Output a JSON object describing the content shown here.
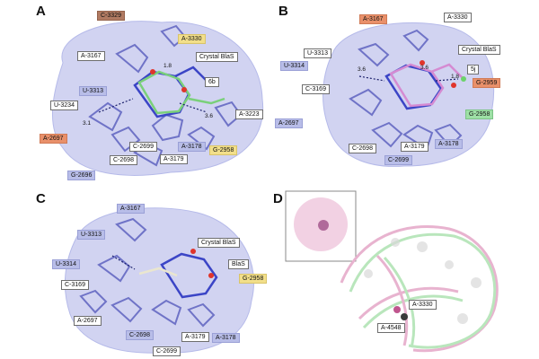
{
  "panels": {
    "A": {
      "letter": "A",
      "labels": [
        {
          "text": "C-3329",
          "style": "brown"
        },
        {
          "text": "A-3330",
          "style": "yellow"
        },
        {
          "text": "A-3167",
          "style": "plain"
        },
        {
          "text": "Crystal BlaS",
          "style": "plain"
        },
        {
          "text": "6b",
          "style": "plain"
        },
        {
          "text": "U-3313",
          "style": "blue"
        },
        {
          "text": "U-3234",
          "style": "plain"
        },
        {
          "text": "A-3223",
          "style": "plain"
        },
        {
          "text": "A-2697",
          "style": "orange"
        },
        {
          "text": "C-2699",
          "style": "plain"
        },
        {
          "text": "A-3178",
          "style": "blue"
        },
        {
          "text": "G-2696",
          "style": "blue"
        },
        {
          "text": "C-2698",
          "style": "plain"
        },
        {
          "text": "A-3179",
          "style": "plain"
        },
        {
          "text": "G-2958",
          "style": "yellow"
        }
      ],
      "distances": [
        "1.8",
        "3.1",
        "3.6"
      ]
    },
    "B": {
      "letter": "B",
      "labels": [
        {
          "text": "A-3167",
          "style": "orange"
        },
        {
          "text": "A-3330",
          "style": "plain"
        },
        {
          "text": "U-3313",
          "style": "plain"
        },
        {
          "text": "Crystal BlaS",
          "style": "plain"
        },
        {
          "text": "U-3314",
          "style": "blue"
        },
        {
          "text": "5j",
          "style": "plain"
        },
        {
          "text": "C-3169",
          "style": "plain"
        },
        {
          "text": "G-2959",
          "style": "orange"
        },
        {
          "text": "A-2697",
          "style": "blue"
        },
        {
          "text": "G-2958",
          "style": "green"
        },
        {
          "text": "C-2698",
          "style": "plain"
        },
        {
          "text": "A-3179",
          "style": "plain"
        },
        {
          "text": "A-3178",
          "style": "blue"
        },
        {
          "text": "C-2699",
          "style": "blue"
        }
      ],
      "distances": [
        "3.6",
        "3.6",
        "1.8"
      ]
    },
    "C": {
      "letter": "C",
      "labels": [
        {
          "text": "A-3167",
          "style": "blue"
        },
        {
          "text": "U-3313",
          "style": "blue"
        },
        {
          "text": "Crystal BlaS",
          "style": "plain"
        },
        {
          "text": "U-3314",
          "style": "blue"
        },
        {
          "text": "BlaS",
          "style": "plain"
        },
        {
          "text": "C-3169",
          "style": "plain"
        },
        {
          "text": "G-2958",
          "style": "yellow"
        },
        {
          "text": "A-2697",
          "style": "plain"
        },
        {
          "text": "C-2698",
          "style": "blue"
        },
        {
          "text": "A-3179",
          "style": "plain"
        },
        {
          "text": "A-3178",
          "style": "blue"
        },
        {
          "text": "C-2699",
          "style": "plain"
        }
      ],
      "distances": []
    },
    "D": {
      "letter": "D",
      "labels": [
        {
          "text": "A-3330",
          "style": "plain"
        },
        {
          "text": "A-4548",
          "style": "plain"
        }
      ]
    }
  },
  "colors": {
    "surface": "#c9ccef",
    "surface_edge": "#a9aee6",
    "nucleotide": "#6f73c7",
    "ligand_blue": "#3b45c6",
    "ligand_green": "#7ad07a",
    "ligand_pink": "#d58bd2",
    "oxygen": "#e0342b",
    "hbond": "#1a1f6b",
    "ribosome_pink": "#e8b3cf",
    "ribosome_green": "#b9e6bc"
  }
}
